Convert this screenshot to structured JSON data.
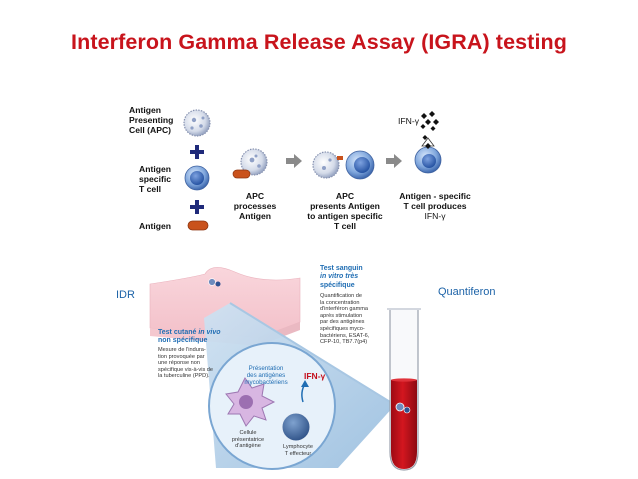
{
  "title": "Interferon Gamma Release Assay (IGRA) testing",
  "top_panel": {
    "apc_label": [
      "Antigen",
      "Presenting",
      "Cell (APC)"
    ],
    "tcell_label": [
      "Antigen",
      "specific",
      "T cell"
    ],
    "antigen_label": "Antigen",
    "step1_label": [
      "APC",
      "processes",
      "Antigen"
    ],
    "step2_label": [
      "APC",
      "presents Antigen",
      "to antigen specific",
      "T cell"
    ],
    "step3_label": [
      "Antigen - specific",
      "T cell produces"
    ],
    "step3_product": "IFN-γ",
    "ifn_label": "IFN-γ"
  },
  "bottom_panel": {
    "idr_label": "IDR",
    "quantiferon_label": "Quantiferon",
    "skin_test_title": [
      "Test cutané",
      "in vivo",
      "non spécifique"
    ],
    "skin_test_desc": [
      "Mesure de l'indura-",
      "tion provoquée par",
      "une réponse non",
      "spécifique vis-à-vis de",
      "la tuberculine (PPD)."
    ],
    "blood_test_title": [
      "Test sanguin",
      "in vitro très",
      "spécifique"
    ],
    "blood_test_desc": [
      "Quantification de",
      "la concentration",
      "d'interféron gamma",
      "après stimulation",
      "par des antigènes",
      "spécifiques myco-",
      "bactériens, ESAT-6,",
      "CFP-10, TB7.7(p4)"
    ],
    "presentation_label": [
      "Présentation",
      "des antigènes",
      "mycobactériens"
    ],
    "ifn_label": "IFN-γ",
    "apc_cell_label": [
      "Cellule",
      "présentatrice",
      "d'antigène"
    ],
    "lymphocyte_label": [
      "Lymphocyte",
      "T effecteur"
    ]
  },
  "colors": {
    "title": "#c8141c",
    "navy_plus": "#1f2a7a",
    "antigen": "#c9521c",
    "tube_liquid": "#c4101d",
    "label_blue": "#1d63a8"
  }
}
